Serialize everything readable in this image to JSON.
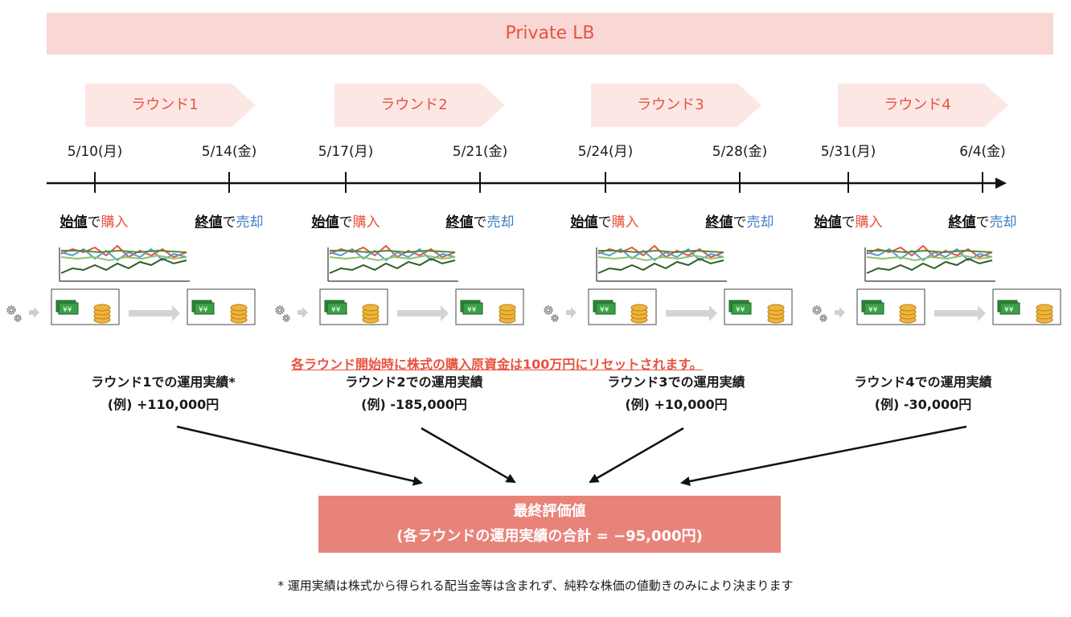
{
  "banner": "Private LB",
  "rounds": [
    {
      "label": "ラウンド1",
      "start_date": "5/10(月)",
      "end_date": "5/14(金)",
      "perf_title": "ラウンド1での運用実績*",
      "perf_value": "(例) +110,000円"
    },
    {
      "label": "ラウンド2",
      "start_date": "5/17(月)",
      "end_date": "5/21(金)",
      "perf_title": "ラウンド2での運用実績",
      "perf_value": "(例) -185,000円"
    },
    {
      "label": "ラウンド3",
      "start_date": "5/24(月)",
      "end_date": "5/28(金)",
      "perf_title": "ラウンド3での運用実績",
      "perf_value": "(例) +10,000円"
    },
    {
      "label": "ラウンド4",
      "start_date": "5/31(月)",
      "end_date": "6/4(金)",
      "perf_title": "ラウンド4での運用実績",
      "perf_value": "(例) -30,000円"
    }
  ],
  "trade_labels": {
    "open_key": "始値",
    "sell_key": "終値",
    "de": "で",
    "buy": "購入",
    "sell": "売却"
  },
  "notice": "各ラウンド開始時に株式の購入原資金は100万円にリセットされます。",
  "final": {
    "title": "最終評価値",
    "subtitle": "(各ラウンドの運用実績の合計 = −95,000円)"
  },
  "footnote": "* 運用実績は株式から得られる配当金等は含まれず、純粋な株価の値動きのみにより決まります",
  "colors": {
    "accent_red": "#e8523f",
    "accent_blue": "#3c7fc4",
    "banner_bg": "#f8d7d5",
    "final_bg": "#e8837a"
  },
  "icons": [
    "gear-icon",
    "cash-icon",
    "coin-stack-icon",
    "stock-chart-icon"
  ]
}
